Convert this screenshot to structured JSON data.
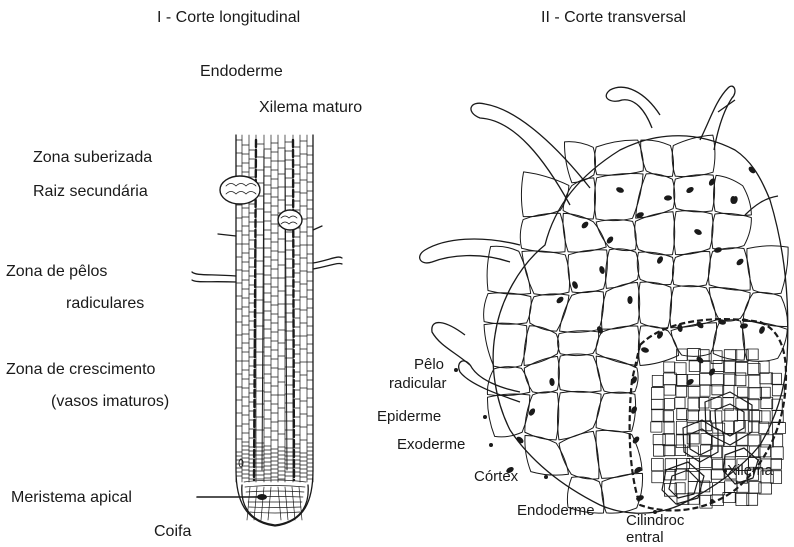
{
  "panel_left": {
    "title": "I - Corte longitudinal",
    "labels": {
      "endoderme": "Endoderme",
      "xilema_maturo": "Xilema maturo",
      "zona_suberizada": "Zona suberizada",
      "raiz_secundaria": "Raiz secundária",
      "zona_pelos_1": "Zona de pêlos",
      "zona_pelos_2": "radiculares",
      "zona_crescimento_1": "Zona de crescimento",
      "zona_crescimento_2": "(vasos imaturos)",
      "meristema_apical": "Meristema apical",
      "coifa": "Coifa"
    }
  },
  "panel_right": {
    "title": "II - Corte transversal",
    "labels": {
      "pelo_1": "Pêlo",
      "pelo_2": "radicular",
      "epiderme": "Epiderme",
      "exoderme": "Exoderme",
      "cortex": "Córtex",
      "endoderme": "Endoderme",
      "xilema": "Xilema",
      "cilindro_1": "Cilindroc",
      "cilindro_2": "entral"
    }
  }
}
